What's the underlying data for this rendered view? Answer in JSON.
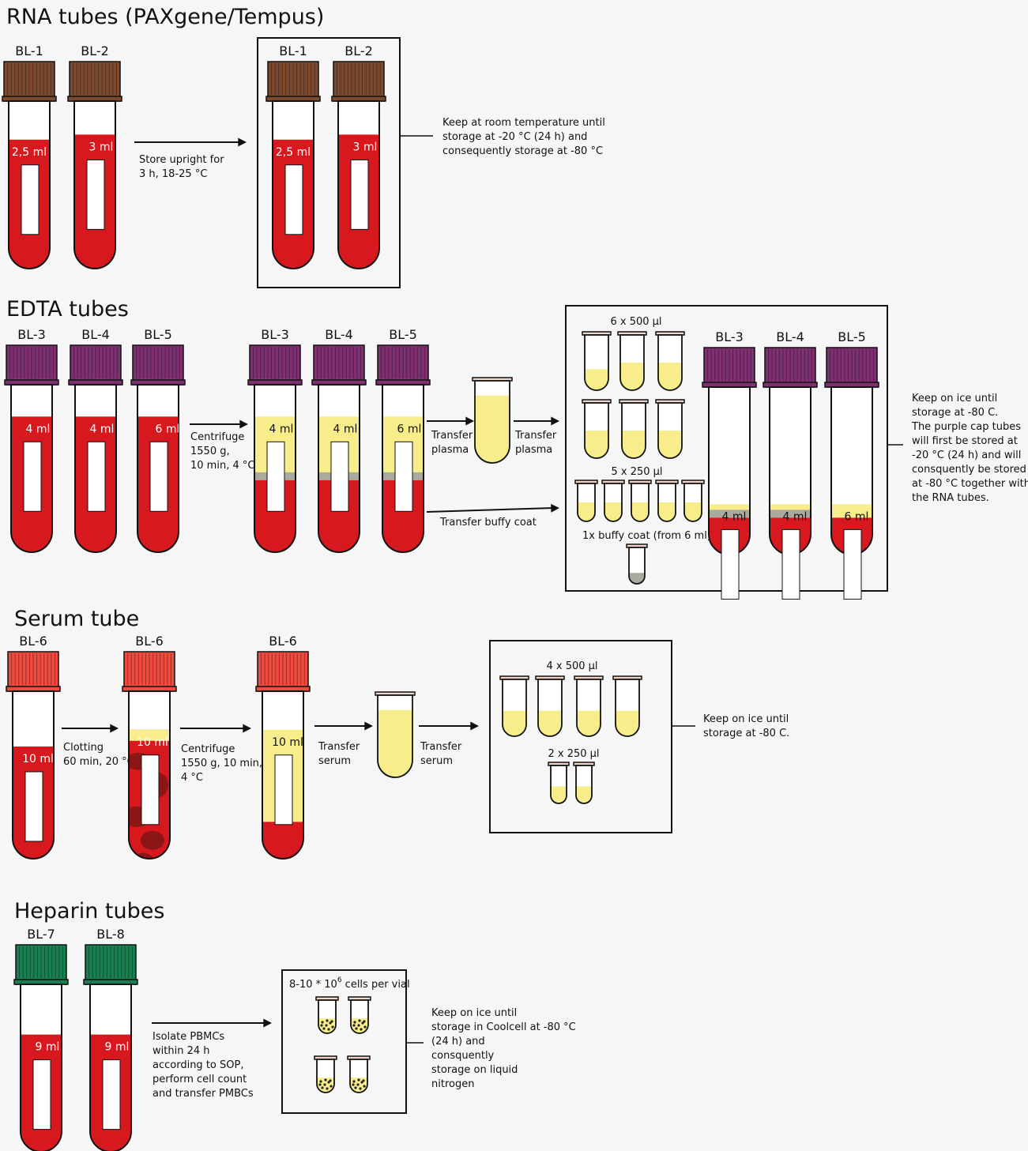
{
  "sections": {
    "rna": {
      "title": "RNA tubes (PAXgene/Tempus)",
      "tubes": [
        {
          "label": "BL-1",
          "volume": "2,5 ml"
        },
        {
          "label": "BL-2",
          "volume": "3 ml"
        }
      ],
      "arrow_note": [
        "Store upright for",
        "3 h, 18-25 °C"
      ],
      "box_tubes": [
        {
          "label": "BL-1",
          "volume": "2,5 ml"
        },
        {
          "label": "BL-2",
          "volume": "3 ml"
        }
      ],
      "storage_note": [
        "Keep at  room temperature until",
        "storage at -20 °C (24 h) and",
        "consequently storage at  -80 °C"
      ]
    },
    "edta": {
      "title": "EDTA tubes",
      "tubes": [
        {
          "label": "BL-3",
          "volume": "4 ml"
        },
        {
          "label": "BL-4",
          "volume": "4 ml"
        },
        {
          "label": "BL-5",
          "volume": "6 ml"
        }
      ],
      "centrifuge_note": [
        "Centrifuge",
        "1550 g,",
        "10 min, 4 °C"
      ],
      "spun_tubes": [
        {
          "label": "BL-3",
          "volume": "4 ml"
        },
        {
          "label": "BL-4",
          "volume": "4 ml"
        },
        {
          "label": "BL-5",
          "volume": "6 ml"
        }
      ],
      "transfer_plasma_1": [
        "Transfer",
        "plasma"
      ],
      "transfer_plasma_2": [
        "Transfer",
        "plasma"
      ],
      "transfer_buffy": "Transfer buffy coat",
      "aliquot_500": "6 x 500 µl",
      "aliquot_250": "5 x 250 µl",
      "buffy_label": "1x buffy coat (from 6 ml)",
      "box_tubes": [
        {
          "label": "BL-3",
          "volume": "4 ml"
        },
        {
          "label": "BL-4",
          "volume": "4 ml"
        },
        {
          "label": "BL-5",
          "volume": "6 ml"
        }
      ],
      "storage_note": [
        "Keep on ice until",
        "storage at -80 C.",
        "The purple cap tubes",
        "will first be stored at",
        "-20 °C (24 h) and will",
        "consquently be stored",
        "at -80 °C together with",
        "the RNA tubes."
      ]
    },
    "serum": {
      "title": "Serum tube",
      "tubes": [
        {
          "label": "BL-6",
          "volume": "10 ml"
        },
        {
          "label": "BL-6",
          "volume": "10 ml"
        },
        {
          "label": "BL-6",
          "volume": "10 ml"
        }
      ],
      "clotting_note": [
        "Clotting",
        "60 min, 20 °C"
      ],
      "centrifuge_note": [
        "Centrifuge",
        "1550 g, 10 min,",
        "4 °C"
      ],
      "transfer_1": [
        "Transfer",
        "serum"
      ],
      "transfer_2": [
        "Transfer",
        "serum"
      ],
      "aliquot_500": "4 x 500 µl",
      "aliquot_250": "2 x 250 µl",
      "storage_note": [
        "Keep on ice until",
        "storage at -80 C."
      ]
    },
    "heparin": {
      "title": "Heparin tubes",
      "tubes": [
        {
          "label": "BL-7",
          "volume": "9 ml"
        },
        {
          "label": "BL-8",
          "volume": "9 ml"
        }
      ],
      "isolate_note": [
        "Isolate PBMCs",
        "within 24 h",
        "according to SOP,",
        "perform cell count",
        "and transfer PMBCs"
      ],
      "vial_label": "8-10 * 10",
      "vial_label_exp": "6",
      "vial_label_tail": " cells per vial",
      "storage_note": [
        "Keep on ice until",
        "storage in Coolcell at -80 °C",
        "(24 h) and",
        "consquently",
        "storage on liquid",
        "nitrogen"
      ]
    }
  },
  "colors": {
    "blood": "#d7191f",
    "plasma": "#f7ed8a",
    "buffy": "#a9a9a0",
    "cap_brown": "#7b4a2f",
    "cap_purple": "#7e3070",
    "cap_red": "#ef4b3f",
    "cap_green": "#1a7f50",
    "clot": "#8c1515"
  }
}
